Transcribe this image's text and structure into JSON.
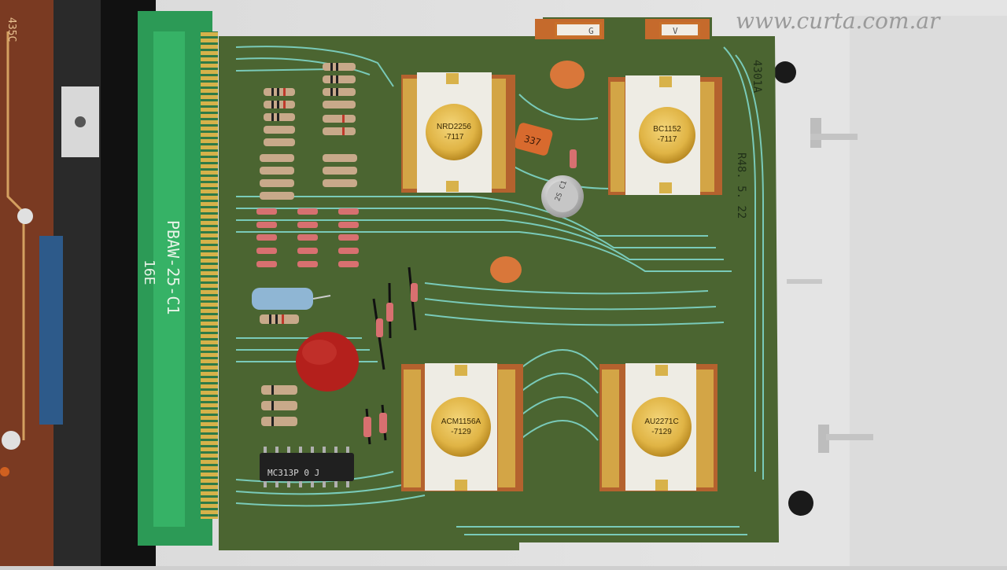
{
  "watermark": "www.curta.com.ar",
  "left_board_label": "435C",
  "connector_label": "PBAW-25-C1",
  "connector_sublabel": "16E",
  "board_number": "4301A",
  "board_date": "R48. 5. 22",
  "pad_labels": [
    "G",
    "V"
  ],
  "chips": [
    {
      "name": "NRD2256",
      "code": "-7117"
    },
    {
      "name": "BC1152",
      "code": "-7117"
    },
    {
      "name": "ACM1156A",
      "code": "-7129"
    },
    {
      "name": "AU2271C",
      "code": "-7129"
    }
  ],
  "dip_ic_label": "MC313P 0 J",
  "capacitor_label": "337",
  "transistor_label": "2S C1"
}
